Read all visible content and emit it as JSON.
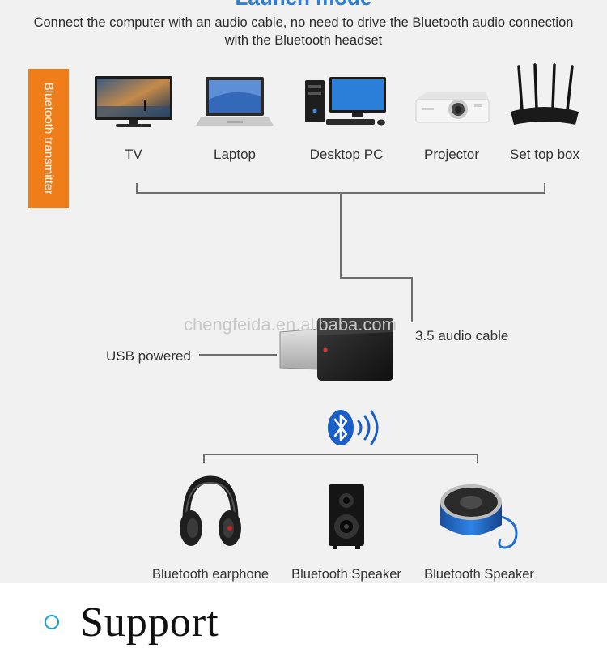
{
  "header": {
    "title": "Launch mode",
    "description": "Connect the computer with an audio cable, no need to drive the Bluetooth audio connection with the Bluetooth headset"
  },
  "side_tab": {
    "label": "Bluetooth transmitter"
  },
  "sources": [
    {
      "label": "TV",
      "icon": "tv-icon"
    },
    {
      "label": "Laptop",
      "icon": "laptop-icon"
    },
    {
      "label": "Desktop PC",
      "icon": "desktop-pc-icon"
    },
    {
      "label": "Projector",
      "icon": "projector-icon"
    },
    {
      "label": "Set top box",
      "icon": "router-icon"
    }
  ],
  "device": {
    "usb_label": "USB powered",
    "cable_label": "3.5 audio cable",
    "watermark": "chengfeida.en.alibaba.com"
  },
  "outputs": [
    {
      "label": "Bluetooth earphone",
      "icon": "headphones-icon"
    },
    {
      "label": "Bluetooth Speaker",
      "icon": "speaker-icon"
    },
    {
      "label": "Bluetooth Speaker",
      "icon": "round-speaker-icon"
    }
  ],
  "footer": {
    "section_title": "Support"
  },
  "colors": {
    "accent_orange": "#ef7d1a",
    "accent_blue": "#2f7fd3",
    "bluetooth_blue": "#1a5fc8",
    "speaker_blue": "#1f6fd6"
  }
}
